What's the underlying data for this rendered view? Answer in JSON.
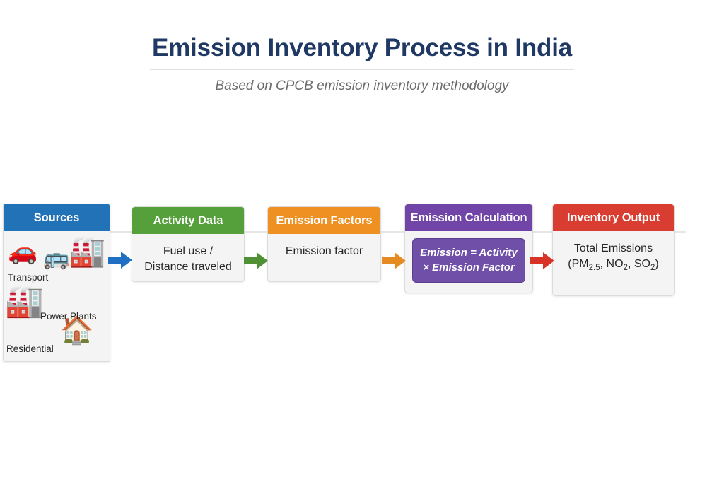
{
  "header": {
    "title": "Emission Inventory Process in India",
    "subtitle": "Based on CPCB emission inventory methodology"
  },
  "flow": {
    "nodes": [
      {
        "id": "sources",
        "header": "Sources",
        "header_color": "#2272b8",
        "icons": [
          {
            "name": "car-icon",
            "glyph": "🚗"
          },
          {
            "name": "bus-icon",
            "glyph": "🚌"
          },
          {
            "name": "factory-icon",
            "glyph": "🏭"
          },
          {
            "name": "industrial-plant-icon",
            "glyph": "🏭"
          },
          {
            "name": "house-icon",
            "glyph": "🏠"
          }
        ],
        "labels": {
          "transport": "Transport",
          "power_plants": "Power Plants",
          "residential": "Residential"
        }
      },
      {
        "id": "activity",
        "header": "Activity Data",
        "header_color": "#55a03b",
        "body_line_1": "Fuel use /",
        "body_line_2": "Distance traveled"
      },
      {
        "id": "factors",
        "header": "Emission Factors",
        "header_color": "#ef9022",
        "body": "Emission factor"
      },
      {
        "id": "calculation",
        "header": "Emission Calculation",
        "header_color": "#7144a8",
        "formula_line_1": "Emission = Activity",
        "formula_line_2": "× Emission Factor",
        "formula_bg": "#6f4fa8"
      },
      {
        "id": "output",
        "header": "Inventory Output",
        "header_color": "#d93c30",
        "body_line_1": "Total Emissions",
        "body_pollutants_open": "(PM",
        "pm_sub": "2.5",
        "body_pollutants_mid_1": ", NO",
        "no_sub": "2",
        "body_pollutants_mid_2": ", SO",
        "so_sub": "2",
        "body_pollutants_close": ")"
      }
    ],
    "arrows": [
      {
        "name": "arrow-sources-to-activity",
        "color": "#1f6fc4"
      },
      {
        "name": "arrow-activity-to-factors",
        "color": "#4f9134"
      },
      {
        "name": "arrow-factors-to-calculation",
        "color": "#e58b21"
      },
      {
        "name": "arrow-calculation-to-output",
        "color": "#d93226"
      }
    ]
  }
}
